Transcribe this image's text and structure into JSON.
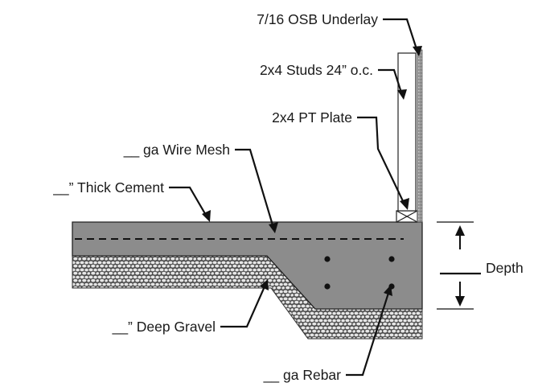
{
  "diagram": {
    "labels": {
      "osb": "7/16 OSB Underlay",
      "studs": "2x4 Studs 24” o.c.",
      "plate": "2x4 PT Plate",
      "mesh": "__ ga Wire Mesh",
      "cement": "__” Thick Cement",
      "depth": "Depth",
      "gravel": "__” Deep Gravel",
      "rebar": "__ ga Rebar"
    },
    "colors": {
      "concrete": "#8c8c8c",
      "gravel_bg": "#4a4a4a",
      "gravel_stone": "#e6e6e6",
      "osb": "#9a9a9a",
      "line": "#111111"
    }
  }
}
